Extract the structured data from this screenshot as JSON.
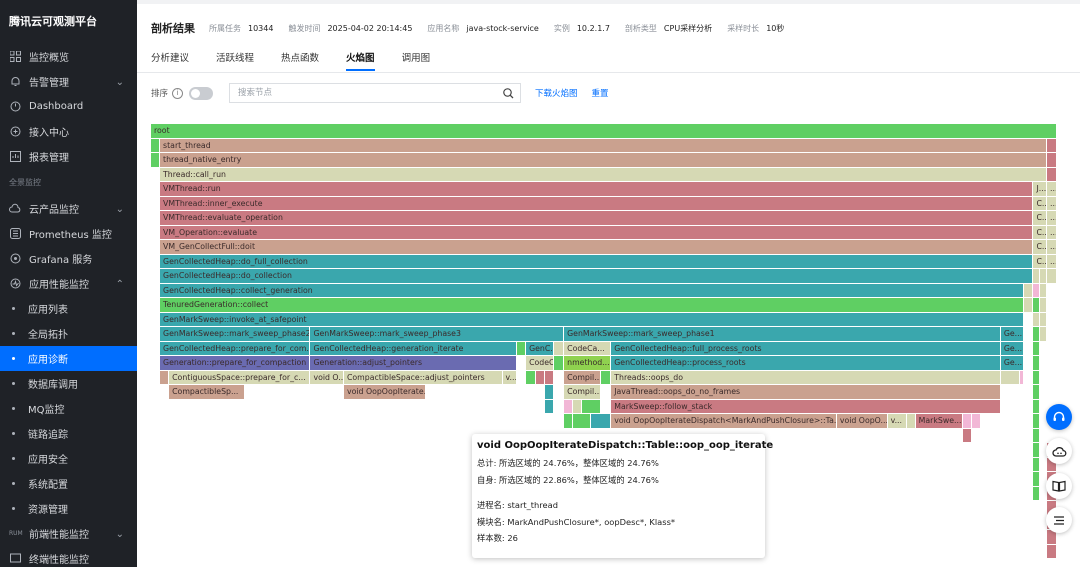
{
  "sidebar": {
    "brand": "腾讯云可观测平台",
    "items": [
      {
        "label": "监控概览",
        "icon": "grid-icon"
      },
      {
        "label": "告警管理",
        "icon": "bell-icon",
        "chevron": "⌄"
      },
      {
        "label": "Dashboard",
        "icon": "dashboard-icon"
      },
      {
        "label": "接入中心",
        "icon": "plug-icon"
      },
      {
        "label": "报表管理",
        "icon": "report-icon"
      }
    ],
    "section": "全景监控",
    "items2": [
      {
        "label": "云产品监控",
        "icon": "cloud-icon",
        "chevron": "⌄"
      },
      {
        "label": "Prometheus 监控",
        "icon": "prometheus-icon"
      },
      {
        "label": "Grafana 服务",
        "icon": "grafana-icon"
      },
      {
        "label": "应用性能监控",
        "icon": "apm-icon",
        "chevron": "⌃"
      }
    ],
    "sub_items": [
      "应用列表",
      "全局拓扑",
      "应用诊断",
      "数据库调用",
      "MQ监控",
      "链路追踪",
      "应用安全",
      "系统配置",
      "资源管理"
    ],
    "rum_tag": "RUM",
    "rum_label": "前端性能监控",
    "last_label": "终端性能监控"
  },
  "header": {
    "title": "剖析结果",
    "meta": [
      {
        "label": "所属任务",
        "value": "10344"
      },
      {
        "label": "触发时间",
        "value": "2025-04-02 20:14:45"
      },
      {
        "label": "应用名称",
        "value": "java-stock-service"
      },
      {
        "label": "实例",
        "value": "10.2.1.7"
      },
      {
        "label": "剖析类型",
        "value": "CPU采样分析"
      },
      {
        "label": "采样时长",
        "value": "10秒"
      }
    ]
  },
  "tabs": [
    "分析建议",
    "活跃线程",
    "热点函数",
    "火焰图",
    "调用图"
  ],
  "controls": {
    "sort_label": "排序",
    "search_placeholder": "搜索节点",
    "download_label": "下载火焰图",
    "reset_label": "重置"
  },
  "flame": {
    "colors": {
      "green": "#5fcf63",
      "salmon": "#caa18f",
      "khaki": "#d6d9b4",
      "rose": "#c97a82",
      "teal": "#3aa7ad",
      "purple": "#6a6bb1",
      "pink": "#f2b7d6",
      "lime": "#8fd24f"
    },
    "frames": [
      {
        "level": 0,
        "from": 0,
        "to": 100,
        "label": "root",
        "color": "green"
      },
      {
        "level": 1,
        "from": 0,
        "to": 1,
        "label": "",
        "color": "green"
      },
      {
        "level": 1,
        "from": 1,
        "to": 98.9,
        "label": "start_thread",
        "color": "salmon"
      },
      {
        "level": 1,
        "from": 98.9,
        "to": 100,
        "label": "",
        "color": "rose"
      },
      {
        "level": 2,
        "from": 0,
        "to": 1,
        "label": "",
        "color": "green"
      },
      {
        "level": 2,
        "from": 1,
        "to": 98.9,
        "label": "thread_native_entry",
        "color": "salmon"
      },
      {
        "level": 2,
        "from": 98.9,
        "to": 100,
        "label": "",
        "color": "rose"
      },
      {
        "level": 3,
        "from": 1,
        "to": 98.9,
        "label": "Thread::call_run",
        "color": "khaki"
      },
      {
        "level": 3,
        "from": 98.9,
        "to": 100,
        "label": "",
        "color": "rose"
      },
      {
        "level": 4,
        "from": 1,
        "to": 97.4,
        "label": "VMThread::run",
        "color": "rose"
      },
      {
        "level": 4,
        "from": 97.4,
        "to": 98.9,
        "label": "J...",
        "color": "khaki"
      },
      {
        "level": 4,
        "from": 98.9,
        "to": 100,
        "label": "...",
        "color": "khaki"
      },
      {
        "level": 5,
        "from": 1,
        "to": 97.4,
        "label": "VMThread::inner_execute",
        "color": "rose"
      },
      {
        "level": 5,
        "from": 97.4,
        "to": 98.9,
        "label": "C...",
        "color": "khaki"
      },
      {
        "level": 5,
        "from": 98.9,
        "to": 100,
        "label": "...",
        "color": "khaki"
      },
      {
        "level": 6,
        "from": 1,
        "to": 97.4,
        "label": "VMThread::evaluate_operation",
        "color": "rose"
      },
      {
        "level": 6,
        "from": 97.4,
        "to": 98.9,
        "label": "C...",
        "color": "khaki"
      },
      {
        "level": 6,
        "from": 98.9,
        "to": 100,
        "label": "...",
        "color": "khaki"
      },
      {
        "level": 7,
        "from": 1,
        "to": 97.4,
        "label": "VM_Operation::evaluate",
        "color": "rose"
      },
      {
        "level": 7,
        "from": 97.4,
        "to": 98.9,
        "label": "C...",
        "color": "khaki"
      },
      {
        "level": 7,
        "from": 98.9,
        "to": 100,
        "label": "...",
        "color": "khaki"
      },
      {
        "level": 8,
        "from": 1,
        "to": 97.4,
        "label": "VM_GenCollectFull::doit",
        "color": "salmon"
      },
      {
        "level": 8,
        "from": 97.4,
        "to": 98.9,
        "label": "C...",
        "color": "khaki"
      },
      {
        "level": 8,
        "from": 98.9,
        "to": 100,
        "label": "...",
        "color": "khaki"
      },
      {
        "level": 9,
        "from": 1,
        "to": 97.4,
        "label": "GenCollectedHeap::do_full_collection",
        "color": "teal"
      },
      {
        "level": 9,
        "from": 97.4,
        "to": 98.9,
        "label": "C...",
        "color": "khaki"
      },
      {
        "level": 9,
        "from": 98.9,
        "to": 100,
        "label": "...",
        "color": "khaki"
      },
      {
        "level": 10,
        "from": 1,
        "to": 97.4,
        "label": "GenCollectedHeap::do_collection",
        "color": "teal"
      },
      {
        "level": 10,
        "from": 97.4,
        "to": 98.1,
        "label": "",
        "color": "khaki"
      },
      {
        "level": 10,
        "from": 98.1,
        "to": 98.9,
        "label": "",
        "color": "khaki"
      },
      {
        "level": 10,
        "from": 98.9,
        "to": 100,
        "label": "",
        "color": "khaki"
      },
      {
        "level": 11,
        "from": 1,
        "to": 96.4,
        "label": "GenCollectedHeap::collect_generation",
        "color": "teal"
      },
      {
        "level": 11,
        "from": 96.4,
        "to": 97.4,
        "label": "",
        "color": "khaki"
      },
      {
        "level": 11,
        "from": 97.4,
        "to": 98.1,
        "label": "",
        "color": "pink"
      },
      {
        "level": 11,
        "from": 98.1,
        "to": 98.9,
        "label": "",
        "color": "khaki"
      },
      {
        "level": 12,
        "from": 1,
        "to": 96.4,
        "label": "TenuredGeneration::collect",
        "color": "green"
      },
      {
        "level": 12,
        "from": 96.4,
        "to": 97.4,
        "label": "",
        "color": "khaki"
      },
      {
        "level": 12,
        "from": 97.4,
        "to": 98.1,
        "label": "",
        "color": "green"
      },
      {
        "level": 12,
        "from": 98.1,
        "to": 98.9,
        "label": "",
        "color": "khaki"
      },
      {
        "level": 13,
        "from": 1,
        "to": 96.4,
        "label": "GenMarkSweep::invoke_at_safepoint",
        "color": "teal"
      },
      {
        "level": 13,
        "from": 97.4,
        "to": 98.1,
        "label": "",
        "color": "khaki"
      },
      {
        "level": 13,
        "from": 98.1,
        "to": 98.9,
        "label": "",
        "color": "khaki"
      },
      {
        "level": 14,
        "from": 1,
        "to": 17.6,
        "label": "GenMarkSweep::mark_sweep_phase2",
        "color": "teal"
      },
      {
        "level": 14,
        "from": 17.6,
        "to": 45.6,
        "label": "GenMarkSweep::mark_sweep_phase3",
        "color": "teal"
      },
      {
        "level": 14,
        "from": 45.6,
        "to": 93.8,
        "label": "GenMarkSweep::mark_sweep_phase1",
        "color": "teal"
      },
      {
        "level": 14,
        "from": 93.8,
        "to": 96.4,
        "label": "Ge...",
        "color": "teal"
      },
      {
        "level": 14,
        "from": 97.4,
        "to": 98.1,
        "label": "",
        "color": "green"
      },
      {
        "level": 14,
        "from": 98.1,
        "to": 98.9,
        "label": "",
        "color": "khaki"
      },
      {
        "level": 15,
        "from": 1,
        "to": 17.6,
        "label": "GenCollectedHeap::prepare_for_com...",
        "color": "teal"
      },
      {
        "level": 15,
        "from": 17.6,
        "to": 40.4,
        "label": "GenCollectedHeap::generation_iterate",
        "color": "teal"
      },
      {
        "level": 15,
        "from": 40.4,
        "to": 41.4,
        "label": "",
        "color": "green"
      },
      {
        "level": 15,
        "from": 41.4,
        "to": 44.5,
        "label": "GenC...",
        "color": "teal"
      },
      {
        "level": 15,
        "from": 44.5,
        "to": 45.6,
        "label": "",
        "color": "khaki"
      },
      {
        "level": 15,
        "from": 45.6,
        "to": 50.8,
        "label": "CodeCa...",
        "color": "khaki"
      },
      {
        "level": 15,
        "from": 50.8,
        "to": 93.8,
        "label": "GenCollectedHeap::full_process_roots",
        "color": "teal"
      },
      {
        "level": 15,
        "from": 93.8,
        "to": 96.4,
        "label": "Ge...",
        "color": "teal"
      },
      {
        "level": 15,
        "from": 97.4,
        "to": 98.1,
        "label": "",
        "color": "green"
      },
      {
        "level": 16,
        "from": 1,
        "to": 17.6,
        "label": "Generation::prepare_for_compaction",
        "color": "purple"
      },
      {
        "level": 16,
        "from": 17.6,
        "to": 40.4,
        "label": "Generation::adjust_pointers",
        "color": "purple"
      },
      {
        "level": 16,
        "from": 41.4,
        "to": 44.5,
        "label": "CodeC...",
        "color": "khaki"
      },
      {
        "level": 16,
        "from": 44.5,
        "to": 45.6,
        "label": "",
        "color": "green"
      },
      {
        "level": 16,
        "from": 45.6,
        "to": 50.8,
        "label": "nmethod...",
        "color": "lime"
      },
      {
        "level": 16,
        "from": 50.8,
        "to": 93.8,
        "label": "GenCollectedHeap::process_roots",
        "color": "teal"
      },
      {
        "level": 16,
        "from": 93.8,
        "to": 96.4,
        "label": "Ge...",
        "color": "teal"
      },
      {
        "level": 16,
        "from": 97.4,
        "to": 98.1,
        "label": "",
        "color": "green"
      },
      {
        "level": 17,
        "from": 1,
        "to": 2,
        "label": "",
        "color": "salmon"
      },
      {
        "level": 17,
        "from": 2,
        "to": 17.6,
        "label": "ContiguousSpace::prepare_for_c...",
        "color": "khaki"
      },
      {
        "level": 17,
        "from": 17.6,
        "to": 21.3,
        "label": "void O...",
        "color": "khaki"
      },
      {
        "level": 17,
        "from": 21.3,
        "to": 38.8,
        "label": "CompactibleSpace::adjust_pointers",
        "color": "khaki"
      },
      {
        "level": 17,
        "from": 38.8,
        "to": 40.4,
        "label": "v...",
        "color": "khaki"
      },
      {
        "level": 17,
        "from": 41.4,
        "to": 42.5,
        "label": "",
        "color": "green"
      },
      {
        "level": 17,
        "from": 42.5,
        "to": 43.5,
        "label": "",
        "color": "rose"
      },
      {
        "level": 17,
        "from": 43.5,
        "to": 44.5,
        "label": "",
        "color": "rose"
      },
      {
        "level": 17,
        "from": 45.6,
        "to": 49.7,
        "label": "Compil...",
        "color": "salmon"
      },
      {
        "level": 17,
        "from": 49.7,
        "to": 50.8,
        "label": "",
        "color": "green"
      },
      {
        "level": 17,
        "from": 50.8,
        "to": 93.8,
        "label": "Threads::oops_do",
        "color": "khaki"
      },
      {
        "level": 17,
        "from": 93.8,
        "to": 95.9,
        "label": "",
        "color": "khaki"
      },
      {
        "level": 17,
        "from": 95.9,
        "to": 96.4,
        "label": "",
        "color": "pink"
      },
      {
        "level": 17,
        "from": 97.4,
        "to": 98.1,
        "label": "",
        "color": "green"
      },
      {
        "level": 18,
        "from": 2,
        "to": 10.4,
        "label": "CompactibleSp...",
        "color": "salmon"
      },
      {
        "level": 18,
        "from": 21.3,
        "to": 30.4,
        "label": "void OopOopIterate...",
        "color": "salmon"
      },
      {
        "level": 18,
        "from": 43.5,
        "to": 44.5,
        "label": "",
        "color": "teal"
      },
      {
        "level": 18,
        "from": 45.6,
        "to": 49.7,
        "label": "Compil...",
        "color": "khaki"
      },
      {
        "level": 18,
        "from": 50.8,
        "to": 93.8,
        "label": "JavaThread::oops_do_no_frames",
        "color": "salmon"
      },
      {
        "level": 18,
        "from": 97.4,
        "to": 98.1,
        "label": "",
        "color": "green"
      },
      {
        "level": 19,
        "from": 43.5,
        "to": 44.5,
        "label": "",
        "color": "teal"
      },
      {
        "level": 19,
        "from": 45.6,
        "to": 46.6,
        "label": "",
        "color": "pink"
      },
      {
        "level": 19,
        "from": 46.6,
        "to": 47.6,
        "label": "",
        "color": "khaki"
      },
      {
        "level": 19,
        "from": 47.6,
        "to": 49.7,
        "label": "",
        "color": "green"
      },
      {
        "level": 19,
        "from": 50.8,
        "to": 93.8,
        "label": "MarkSweep::follow_stack",
        "color": "rose"
      },
      {
        "level": 19,
        "from": 97.4,
        "to": 98.1,
        "label": "",
        "color": "green"
      },
      {
        "level": 20,
        "from": 45.6,
        "to": 46.6,
        "label": "",
        "color": "green"
      },
      {
        "level": 20,
        "from": 46.6,
        "to": 48.6,
        "label": "",
        "color": "green"
      },
      {
        "level": 20,
        "from": 48.6,
        "to": 50.8,
        "label": "",
        "color": "teal"
      },
      {
        "level": 20,
        "from": 50.8,
        "to": 75.7,
        "label": "void OopOopIterateDispatch<MarkAndPushClosure>::Ta...",
        "color": "salmon"
      },
      {
        "level": 20,
        "from": 75.7,
        "to": 81.3,
        "label": "void OopO...",
        "color": "salmon"
      },
      {
        "level": 20,
        "from": 81.3,
        "to": 83.4,
        "label": "v...",
        "color": "khaki"
      },
      {
        "level": 20,
        "from": 83.4,
        "to": 84.4,
        "label": "",
        "color": "khaki"
      },
      {
        "level": 20,
        "from": 84.4,
        "to": 89.6,
        "label": "MarkSwe...",
        "color": "rose"
      },
      {
        "level": 20,
        "from": 89.6,
        "to": 90.6,
        "label": "",
        "color": "pink"
      },
      {
        "level": 20,
        "from": 90.6,
        "to": 91.6,
        "label": "",
        "color": "pink"
      },
      {
        "level": 20,
        "from": 97.4,
        "to": 98.1,
        "label": "",
        "color": "green"
      },
      {
        "level": 21,
        "from": 89.6,
        "to": 90.6,
        "label": "",
        "color": "rose"
      },
      {
        "level": 21,
        "from": 97.4,
        "to": 98.1,
        "label": "",
        "color": "green"
      },
      {
        "level": 22,
        "from": 97.4,
        "to": 98.1,
        "label": "",
        "color": "green"
      },
      {
        "level": 23,
        "from": 97.4,
        "to": 98.1,
        "label": "",
        "color": "green"
      },
      {
        "level": 24,
        "from": 97.4,
        "to": 98.1,
        "label": "",
        "color": "green"
      },
      {
        "level": 25,
        "from": 97.4,
        "to": 98.1,
        "label": "",
        "color": "green"
      },
      {
        "level": 22,
        "from": 98.9,
        "to": 100,
        "label": "",
        "color": "rose"
      },
      {
        "level": 23,
        "from": 98.9,
        "to": 100,
        "label": "",
        "color": "rose"
      },
      {
        "level": 24,
        "from": 98.9,
        "to": 100,
        "label": "",
        "color": "rose"
      },
      {
        "level": 25,
        "from": 98.9,
        "to": 100,
        "label": "",
        "color": "rose"
      },
      {
        "level": 26,
        "from": 98.9,
        "to": 100,
        "label": "",
        "color": "rose"
      },
      {
        "level": 27,
        "from": 98.9,
        "to": 100,
        "label": "",
        "color": "rose"
      },
      {
        "level": 28,
        "from": 98.9,
        "to": 100,
        "label": "",
        "color": "rose"
      },
      {
        "level": 29,
        "from": 98.9,
        "to": 100,
        "label": "",
        "color": "rose"
      }
    ]
  },
  "tooltip": {
    "title": "void OopOopIterateDispatch::Table::oop_oop_iterate",
    "total": "总计: 所选区域的 24.76%，整体区域的 24.76%",
    "self": "自身: 所选区域的 22.86%，整体区域的 24.76%",
    "thread": "进程名:  start_thread",
    "module": "模块名:  MarkAndPushClosure*, oopDesc*, Klass*",
    "samples": "样本数:  26"
  },
  "float_buttons": [
    "headset-icon",
    "cloud-bot-icon",
    "book-icon",
    "list-icon"
  ]
}
